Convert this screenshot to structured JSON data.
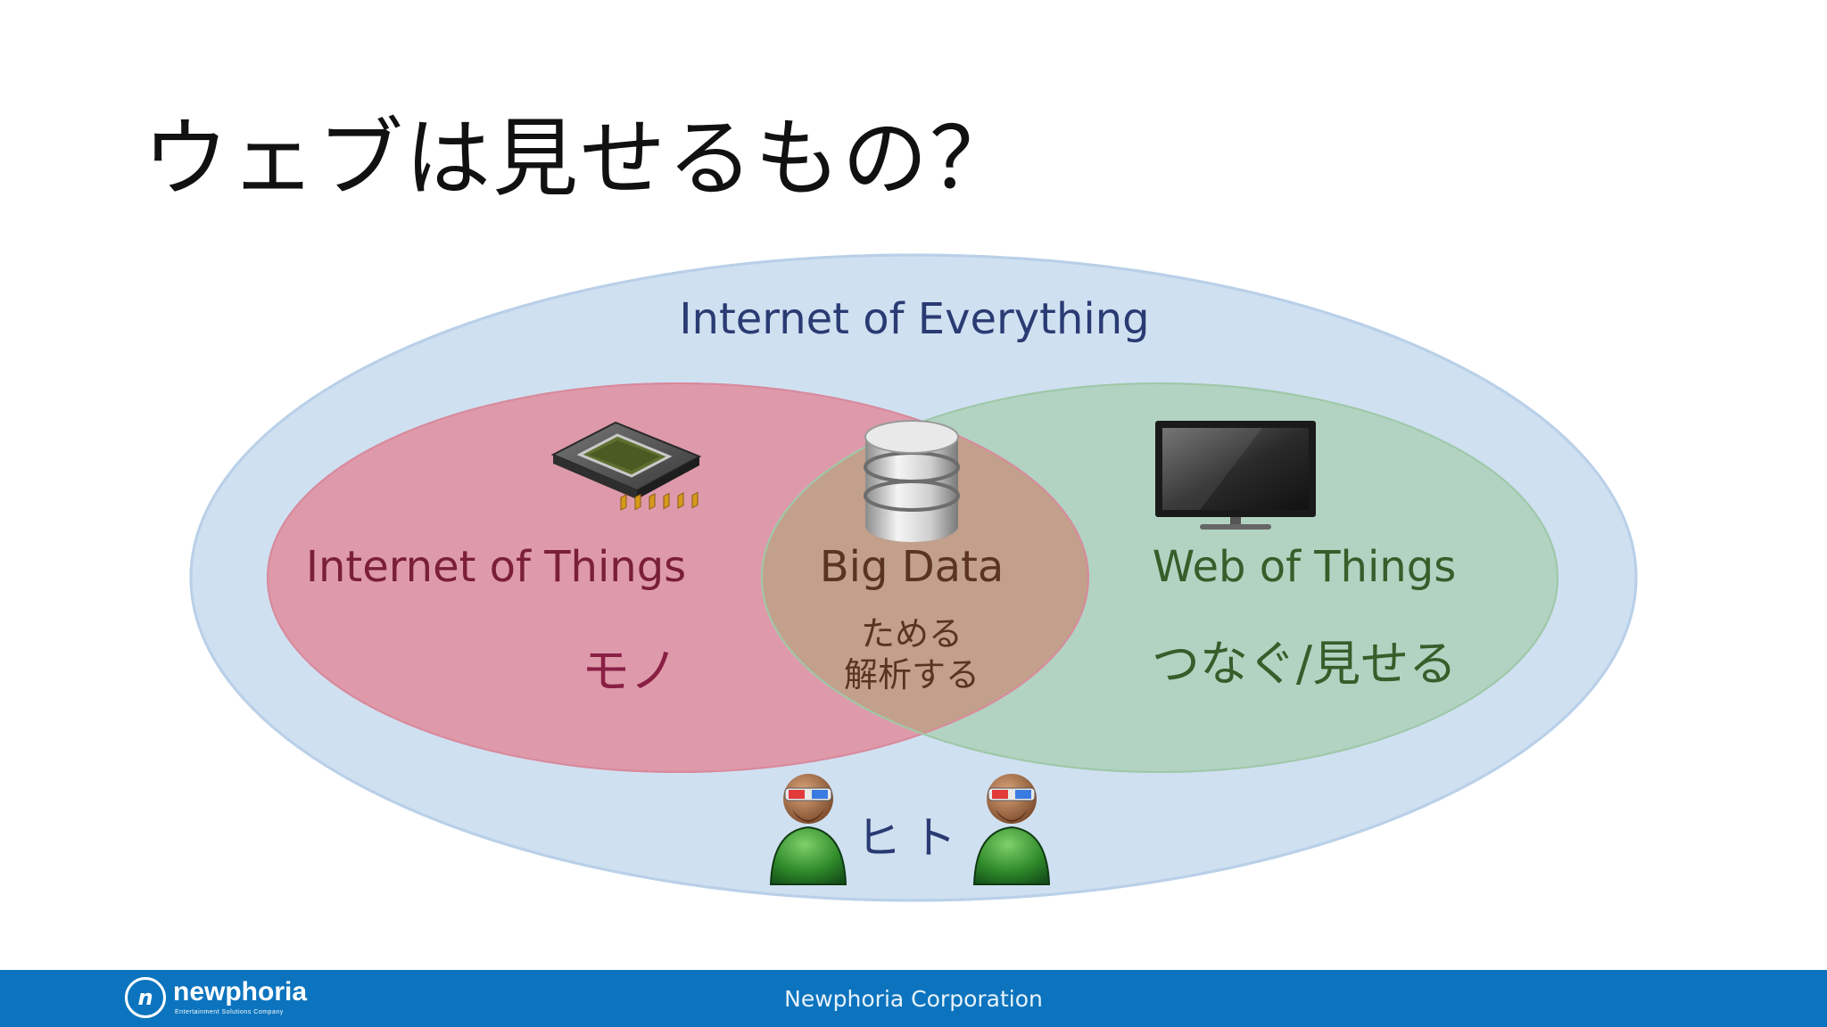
{
  "slide": {
    "title": "ウェブは見せるもの？"
  },
  "diagram": {
    "outer_label": "Internet of Everything",
    "left": {
      "label": "Internet of Things",
      "sub": "モノ",
      "icon": "microchip-icon"
    },
    "center": {
      "label": "Big Data",
      "sub_line1": "ためる",
      "sub_line2": "解析する",
      "icon": "database-icon"
    },
    "right": {
      "label": "Web of Things",
      "sub": "つなぐ/見せる",
      "icon": "monitor-icon"
    },
    "bottom": {
      "label": "ヒト",
      "icon": "person-icon"
    },
    "colors": {
      "outer": "#cfe0f1",
      "left": "#de9aaa",
      "right": "#b2d3c2",
      "center": "#c2a08b"
    }
  },
  "footer": {
    "company": "Newphoria Corporation",
    "logo_word": "newphoria",
    "logo_tag": "Entertainment Solutions Company",
    "logo_mark": "n",
    "color": "#0c74be"
  }
}
